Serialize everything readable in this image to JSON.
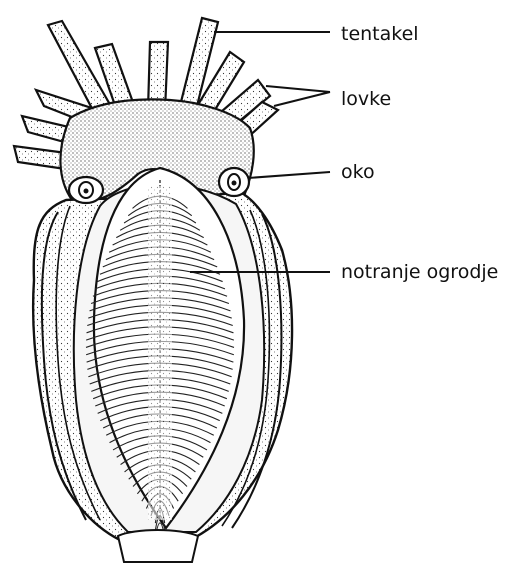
{
  "labels": {
    "tentacle": "tentakel",
    "arms": "lovke",
    "eye": "oko",
    "inner_skeleton": "notranje ogrodje"
  },
  "colors": {
    "ink": "#111111",
    "background": "#ffffff",
    "body_fill": "#e9e9e9"
  }
}
